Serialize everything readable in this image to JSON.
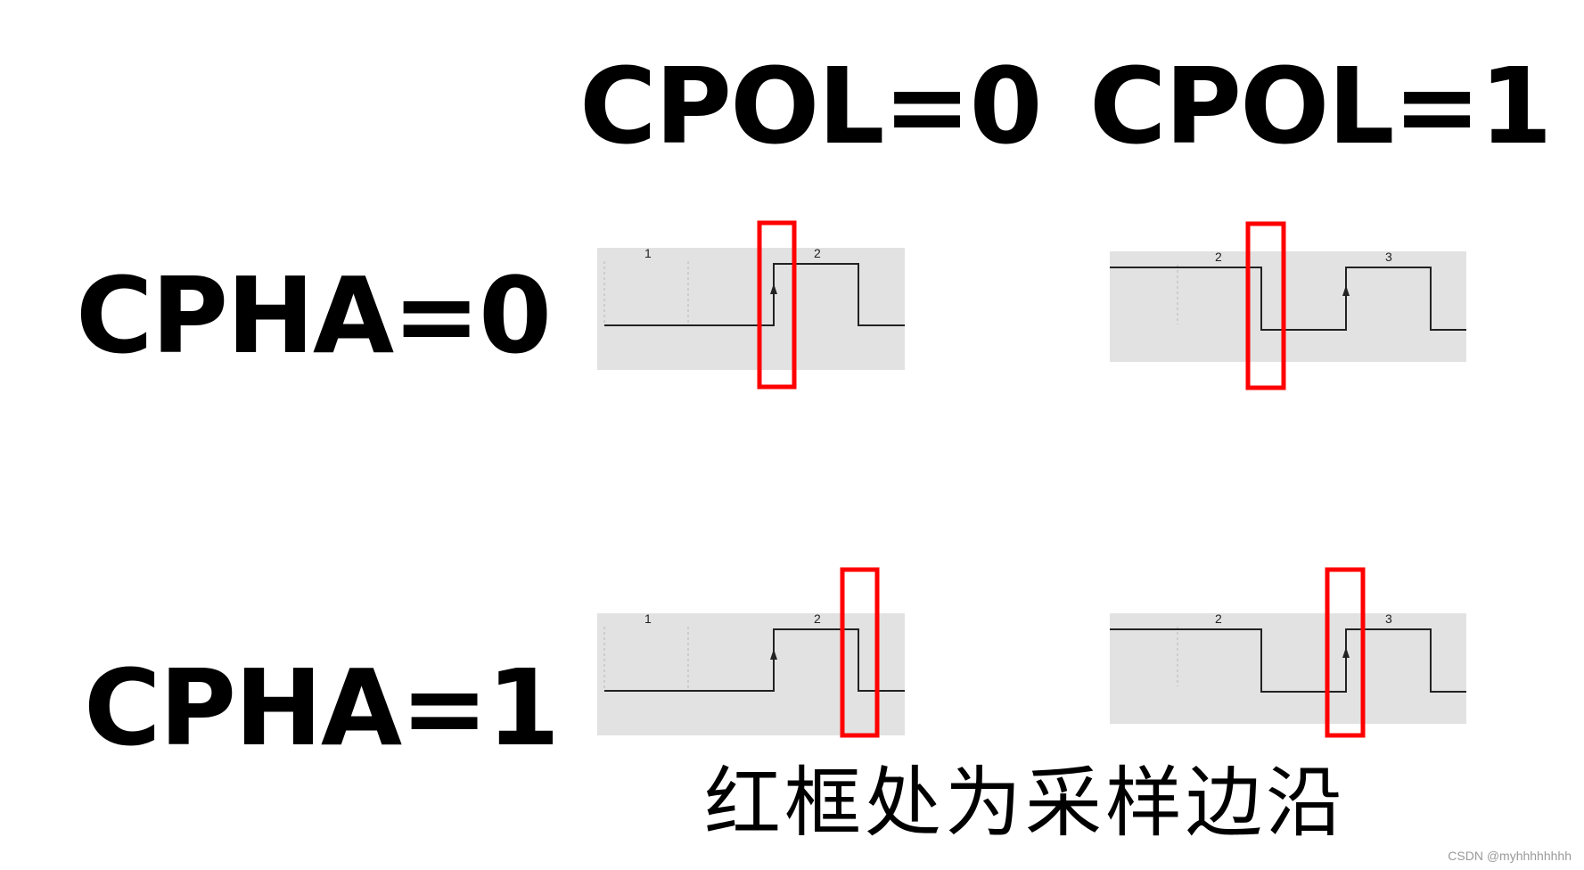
{
  "columns": [
    {
      "label": "CPOL=0",
      "cpol": 0
    },
    {
      "label": "CPOL=1",
      "cpol": 1
    }
  ],
  "rows": [
    {
      "label": "CPHA=0",
      "cpha": 0
    },
    {
      "label": "CPHA=1",
      "cpha": 1
    }
  ],
  "panels": [
    {
      "id": "cpol0-cpha0",
      "edge_numbers": [
        "1",
        "2"
      ],
      "idle_level": "low",
      "highlighted_edge": "leading-rising"
    },
    {
      "id": "cpol1-cpha0",
      "edge_numbers": [
        "2",
        "3"
      ],
      "idle_level": "high",
      "highlighted_edge": "leading-falling"
    },
    {
      "id": "cpol0-cpha1",
      "edge_numbers": [
        "1",
        "2"
      ],
      "idle_level": "low",
      "highlighted_edge": "trailing-falling"
    },
    {
      "id": "cpol1-cpha1",
      "edge_numbers": [
        "2",
        "3"
      ],
      "idle_level": "high",
      "highlighted_edge": "trailing-rising"
    }
  ],
  "caption": "红框处为采样边沿",
  "watermark": "CSDN @myhhhhhhhh",
  "colors": {
    "panel_background": "#e2e2e2",
    "signal_line": "#222222",
    "highlight_box": "#ff0000",
    "dashed_marker": "#b8b8b8",
    "text": "#000000"
  }
}
